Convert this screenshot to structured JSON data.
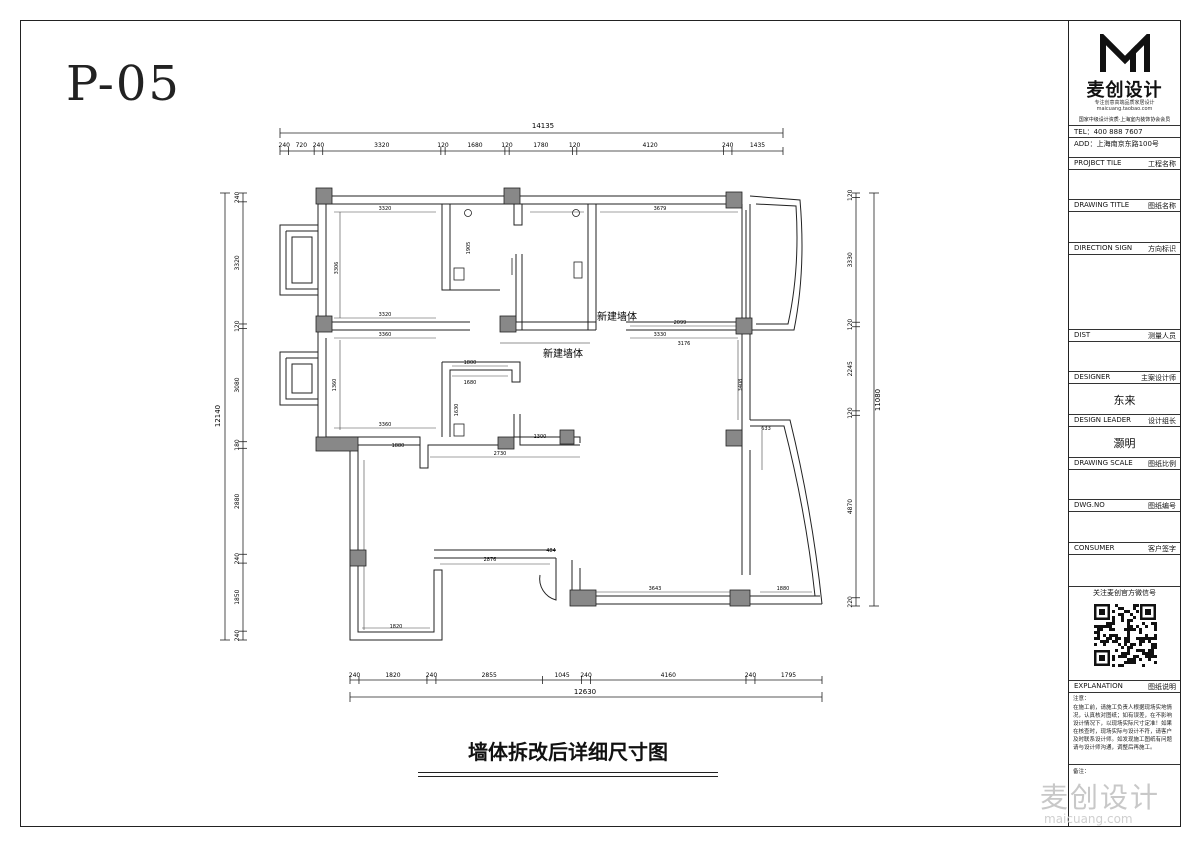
{
  "sheet": {
    "page_code": "P-05",
    "plan_title": "墙体拆改后详细尺寸图"
  },
  "dimensions": {
    "top_total": "14135",
    "top_segments": [
      "240",
      "720",
      "240",
      "3320",
      "120",
      "1680",
      "120",
      "1780",
      "120",
      "4120",
      "240",
      "1435"
    ],
    "bottom_total": "12630",
    "bottom_segments": [
      "240",
      "1820",
      "240",
      "2855",
      "1045",
      "240",
      "4160",
      "240",
      "1795"
    ],
    "left_total": "12140",
    "left_segments": [
      "240",
      "3320",
      "120",
      "3080",
      "180",
      "2880",
      "240",
      "1850",
      "240"
    ],
    "right_total": "11080",
    "right_segments": [
      "120",
      "3330",
      "120",
      "2245",
      "120",
      "4870",
      "220"
    ],
    "inner_labels": [
      "3320",
      "3320",
      "3360",
      "3360",
      "3330",
      "1800",
      "1680",
      "1630",
      "2730",
      "1300",
      "2876",
      "484",
      "3643",
      "1880",
      "3679",
      "3176",
      "2099",
      "1820",
      "1880",
      "633",
      "3408",
      "1905",
      "3306",
      "1360"
    ]
  },
  "annotations": {
    "new_wall_1": "新建墙体",
    "new_wall_2": "新建墙体"
  },
  "title_block": {
    "brand": "麦创设计",
    "slogan": "专注创意高端品质家居设计",
    "site": "maicuang.taobao.com",
    "member_note": "国家中级设计资质·上海室内装饰协会会员",
    "tel": "TEL：400 888 7607",
    "address": "ADD：上海南京东路100号",
    "rows": [
      {
        "en": "PROJBCT TILE",
        "cn": "工程名称"
      },
      {
        "en": "DRAWING TITLE",
        "cn": "图纸名称"
      },
      {
        "en": "DIRECTION SIGN",
        "cn": "方向标识"
      },
      {
        "en": "DIST",
        "cn": "测量人员"
      },
      {
        "en": "DESIGNER",
        "cn": "主案设计师"
      },
      {
        "en": "DESIGN LEADER",
        "cn": "设计组长"
      },
      {
        "en": "DRAWING SCALE",
        "cn": "图纸比例"
      },
      {
        "en": "DWG.NO",
        "cn": "图纸编号"
      },
      {
        "en": "CONSUMER",
        "cn": "客户签字"
      },
      {
        "en": "EXPLANATION",
        "cn": "图纸说明"
      }
    ],
    "designer_name": "东来",
    "leader_name": "灏明",
    "wechat_note": "关注麦创官方微信号",
    "note_label": "注意：",
    "note_text": "在施工前，请施工负责人根据现场实地情况，认真核对图纸；如有误差，在不影响设计情况下，以现场实际尺寸定准！如果在核查时，现场实际与设计不符，请客户及时联系设计师。如发现施工图纸有问题请与设计师沟通，调整后再施工。",
    "note_label2": "备注："
  },
  "watermark": {
    "cn": "麦创设计",
    "en": "maicuang.com"
  },
  "colors": {
    "ink": "#222222",
    "column_fill": "#888888",
    "watermark": "#c8c8c8"
  }
}
